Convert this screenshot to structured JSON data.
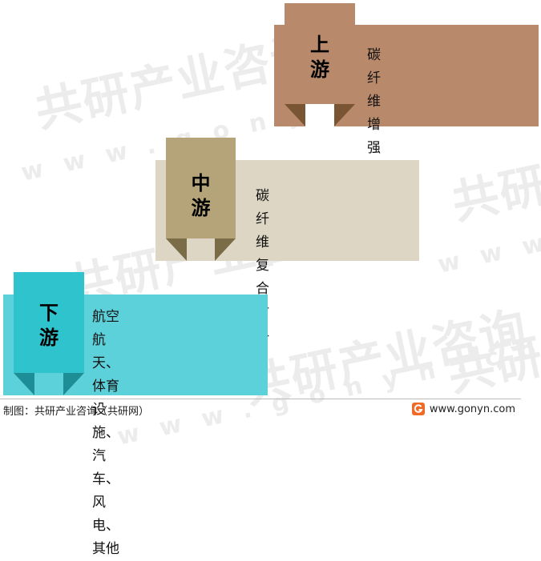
{
  "watermark": {
    "brand": "共研产业咨询",
    "site": "www.gonyn.com"
  },
  "tiers": [
    {
      "stage_label": "上游",
      "description": "碳纤维增强材料"
    },
    {
      "stage_label": "中游",
      "description": "碳纤维复合材料"
    },
    {
      "stage_label": "下游",
      "description_lines": [
        "航空航天、体育设施、",
        "汽车、风电、其他"
      ]
    }
  ],
  "footer": {
    "source": "制图：共研产业咨询（共研网）",
    "site": "www.gonyn.com"
  },
  "colors": {
    "upstream_box": "#B8896A",
    "upstream_tab": "#B8896A",
    "upstream_notch": "#7A5533",
    "midstream_box": "#DDD6C4",
    "midstream_tab": "#B5A37A",
    "midstream_notch": "#7B6C48",
    "downstream_box": "#5DD1DA",
    "downstream_tab": "#2EC3CD",
    "downstream_notch": "#1E8E96",
    "logo": "#F06A26"
  },
  "icons": {
    "footer_logo": "gonyn-logo-icon"
  }
}
